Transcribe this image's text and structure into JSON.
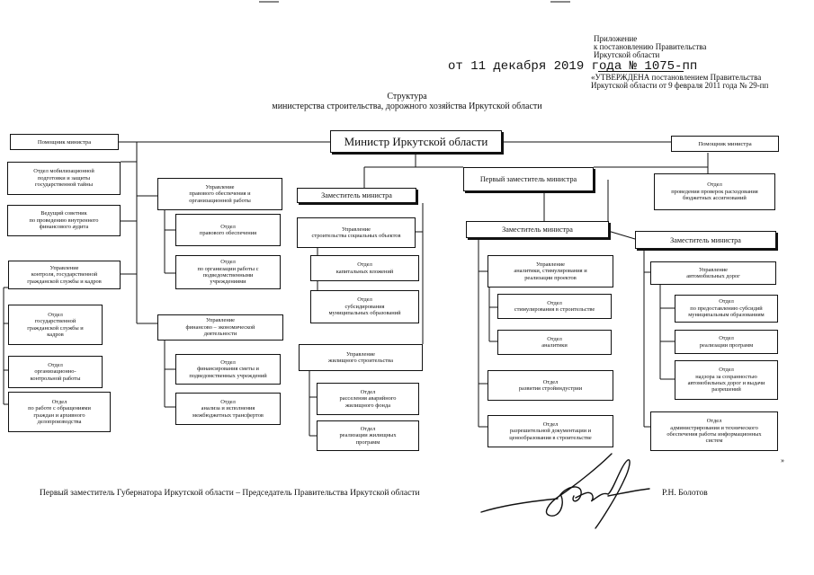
{
  "header": {
    "appendix_1": "Приложение",
    "appendix_2": "к постановлению Правительства",
    "appendix_3": "Иркутской области",
    "decree": "от 11 декабря 2019 года № 1075-пп",
    "approved_1": "«УТВЕРЖДЕНА постановлением Правительства",
    "approved_2": "Иркутской области от 9 февраля 2011 года № 29-пп"
  },
  "title": {
    "line1": "Структура",
    "line2": "министерства строительства, дорожного хозяйства  Иркутской области"
  },
  "chart": {
    "minister": "Министр Иркутской области",
    "assistant_left": "Помощник министра",
    "assistant_right": "Помощник министра",
    "first_deputy": "Первый заместитель министра",
    "deputy_1": "Заместитель министра",
    "deputy_2": "Заместитель министра",
    "deputy_3": "Заместитель министра",
    "left": {
      "mob": [
        "Отдел мобилизационной",
        "подготовки и защиты",
        "государственной тайны"
      ],
      "audit": [
        "Ведущий советник",
        "по проведению внутреннего",
        "финансового аудита"
      ],
      "control": [
        "Управление",
        "контроля, государственной",
        "гражданской службы  и кадров"
      ],
      "civil": [
        "Отдел",
        "государственной",
        "гражданской службы и",
        "кадров"
      ],
      "org": [
        "Отдел",
        "организационно-",
        "контрольной работы"
      ],
      "citizens": [
        "Отдел",
        "по работе с обращениями",
        "граждан и архивного",
        "делопроизводства"
      ]
    },
    "col2": {
      "legal_mgmt": [
        "Управление",
        "правового обеспечения и",
        "организационной работы"
      ],
      "legal_dept": [
        "Отдел",
        "правового обеспечения"
      ],
      "inst_dept": [
        "Отдел",
        "по организации работы с",
        "подведомственными",
        "учреждениями"
      ],
      "fin_mgmt": [
        "Управление",
        "финансово – экономической",
        "деятельности"
      ],
      "fin_dept": [
        "Отдел",
        "финансирования сметы и",
        "подведомственных учреждений"
      ],
      "analysis_dept": [
        "Отдел",
        "анализа и исполнения",
        "межбюджетных трансфертов"
      ]
    },
    "col3": {
      "social_mgmt": [
        "Управление",
        "строительства социальных объектов"
      ],
      "capital_dept": [
        "Отдел",
        "капитальных вложений"
      ],
      "subsidy_dept": [
        "Отдел",
        "субсидирования",
        "муниципальных образований"
      ],
      "housing_mgmt": [
        "Управление",
        "жилищного строительства"
      ],
      "resettle_dept": [
        "Отдел",
        "расселения аварийного",
        "жилищного фонда"
      ],
      "programs_dept": [
        "Отдел",
        "реализации жилищных",
        "программ"
      ]
    },
    "col4": {
      "analytics_mgmt": [
        "Управление",
        "аналитики, стимулирования и",
        "реализации проектов"
      ],
      "stim_dept": [
        "Отдел",
        "стимулирования в строительстве"
      ],
      "an_dept": [
        "Отдел",
        "аналитики"
      ],
      "industry_dept": [
        "Отдел",
        "развития стройиндустрии"
      ],
      "permit_dept": [
        "Отдел",
        "разрешительной документации и",
        "ценообразования в строительстве"
      ]
    },
    "col5": {
      "checks_dept": [
        "Отдел",
        "проведения проверок расходования",
        "бюджетных ассигнований"
      ],
      "roads_mgmt": [
        "Управление",
        "автомобильных дорог"
      ],
      "subs_dept": [
        "Отдел",
        "по предоставлению субсидий",
        "муниципальным образованиям"
      ],
      "prog_dept": [
        "Отдел",
        "реализации  программ"
      ],
      "super_dept": [
        "Отдел",
        "надзора за сохранностью",
        "автомобильных дорог и выдачи",
        "разрешений"
      ],
      "admin_dept": [
        "Отдел",
        "администрирования и технического",
        "обеспечения работы информационных",
        "систем"
      ]
    }
  },
  "footer": {
    "position": "Первый заместитель Губернатора Иркутской области – Председатель Правительства Иркутской области",
    "signer": "Р.Н. Болотов",
    "quote_mark": "»"
  }
}
